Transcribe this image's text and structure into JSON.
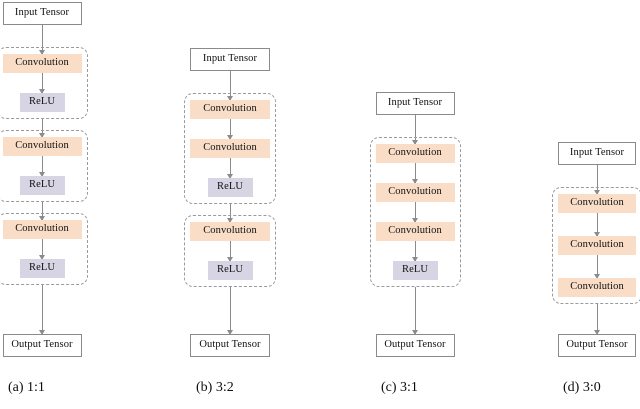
{
  "figure": {
    "labels": {
      "input": "Input Tensor",
      "output": "Output Tensor",
      "conv": "Convolution",
      "relu": "ReLU"
    },
    "colors": {
      "conv_fill": "#f9ddc7",
      "relu_fill": "#d7d4e4",
      "tensor_border": "#8a8a8a",
      "group_border": "#9a9a9a",
      "arrow": "#8b8b8b",
      "background": "#ffffff"
    },
    "columns": [
      {
        "id": "a",
        "caption": "(a) 1:1",
        "input_label": "Input Tensor",
        "output_label": "Output Tensor",
        "groups": [
          {
            "blocks": [
              "Convolution",
              "ReLU"
            ]
          },
          {
            "blocks": [
              "Convolution",
              "ReLU"
            ]
          },
          {
            "blocks": [
              "Convolution",
              "ReLU"
            ]
          }
        ]
      },
      {
        "id": "b",
        "caption": "(b) 3:2",
        "input_label": "Input Tensor",
        "output_label": "Output Tensor",
        "groups": [
          {
            "blocks": [
              "Convolution",
              "Convolution",
              "ReLU"
            ]
          },
          {
            "blocks": [
              "Convolution",
              "ReLU"
            ]
          }
        ]
      },
      {
        "id": "c",
        "caption": "(c) 3:1",
        "input_label": "Input Tensor",
        "output_label": "Output Tensor",
        "groups": [
          {
            "blocks": [
              "Convolution",
              "Convolution",
              "Convolution",
              "ReLU"
            ]
          }
        ]
      },
      {
        "id": "d",
        "caption": "(d) 3:0",
        "input_label": "Input Tensor",
        "output_label": "Output Tensor",
        "groups": [
          {
            "blocks": [
              "Convolution",
              "Convolution",
              "Convolution"
            ]
          }
        ]
      }
    ]
  }
}
